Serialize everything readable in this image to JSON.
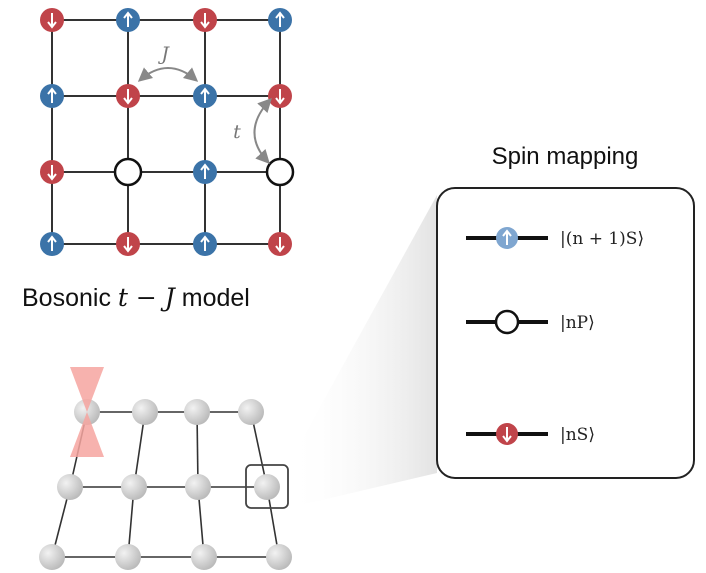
{
  "top_lattice": {
    "rows": [
      [
        "down",
        "up",
        "down",
        "up"
      ],
      [
        "up",
        "down",
        "up",
        "down"
      ],
      [
        "down",
        "hole",
        "up",
        "hole"
      ],
      [
        "up",
        "down",
        "up",
        "down"
      ]
    ],
    "J_label": "J",
    "t_label": "t",
    "colors": {
      "up": "#3b73a8",
      "down": "#c0444a",
      "hole_fill": "#ffffff",
      "edge": "#333333",
      "annotation": "#888888"
    }
  },
  "caption": {
    "prefix": "Bosonic ",
    "math": "t − J",
    "suffix": " model"
  },
  "spin_mapping": {
    "title": "Spin mapping",
    "states": [
      {
        "icon": "up-spin",
        "ket": "|(n + 1)S⟩",
        "color": "#7fa6d0"
      },
      {
        "icon": "hole",
        "ket": "|nP⟩",
        "color": "#ffffff"
      },
      {
        "icon": "down-spin",
        "ket": "|nS⟩",
        "color": "#c0444a"
      }
    ]
  },
  "atom_array": {
    "colors": {
      "atom": "#c8c8c8",
      "edge": "#333333",
      "tweezer": "#f6a5a0",
      "highlight_box": "#444444",
      "projection": "#e6e6e6"
    }
  }
}
